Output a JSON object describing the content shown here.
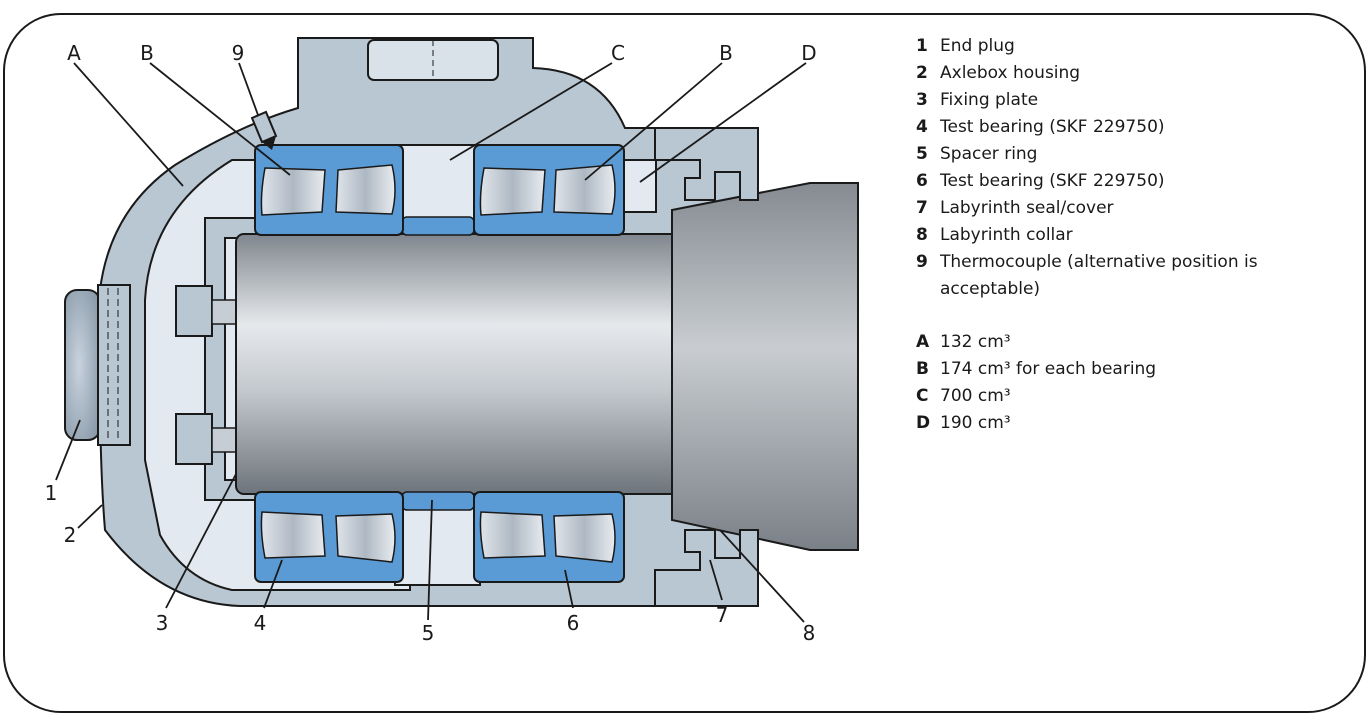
{
  "callouts": {
    "top": [
      "A",
      "B",
      "9",
      "C",
      "B",
      "D"
    ],
    "bottom": [
      "1",
      "2",
      "3",
      "4",
      "5",
      "6",
      "7",
      "8"
    ]
  },
  "legend": {
    "parts": [
      {
        "key": "1",
        "text": "End plug"
      },
      {
        "key": "2",
        "text": "Axlebox housing"
      },
      {
        "key": "3",
        "text": "Fixing plate"
      },
      {
        "key": "4",
        "text": "Test bearing (SKF 229750)"
      },
      {
        "key": "5",
        "text": "Spacer ring"
      },
      {
        "key": "6",
        "text": "Test bearing (SKF 229750)"
      },
      {
        "key": "7",
        "text": "Labyrinth seal/cover"
      },
      {
        "key": "8",
        "text": "Labyrinth collar"
      },
      {
        "key": "9",
        "text": "Thermocouple (alternative position is acceptable)"
      }
    ],
    "volumes": [
      {
        "key": "A",
        "text": "132 cm³"
      },
      {
        "key": "B",
        "text": "174 cm³ for each bearing"
      },
      {
        "key": "C",
        "text": "700 cm³"
      },
      {
        "key": "D",
        "text": "190 cm³"
      }
    ]
  },
  "colors": {
    "housing": "#b9c7d3",
    "grease_cavity": "#e3e9f0",
    "bearing_ring": "#5b9bd5",
    "outline": "#1a1a1a"
  }
}
